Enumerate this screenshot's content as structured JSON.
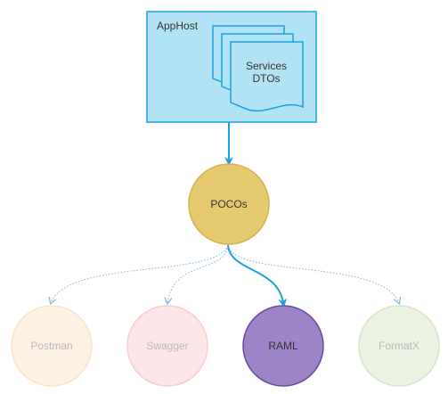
{
  "apphost": {
    "label": "AppHost",
    "doc_line1": "Services",
    "doc_line2": "DTOs"
  },
  "pocos": {
    "label": "POCOs"
  },
  "targets": [
    {
      "label": "Postman",
      "highlighted": false
    },
    {
      "label": "Swagger",
      "highlighted": false
    },
    {
      "label": "RAML",
      "highlighted": true
    },
    {
      "label": "FormatX",
      "highlighted": false
    }
  ],
  "colors": {
    "apphost_fill": "#b1e3f4",
    "apphost_stroke": "#1ba1e2",
    "pocos_fill": "#e6c96e",
    "pocos_stroke": "#d4b04f",
    "postman_fill": "#fdf1e4",
    "postman_stroke": "#fbe3ca",
    "swagger_fill": "#fbe5e6",
    "swagger_stroke": "#f6cfd1",
    "raml_fill": "#9d85c7",
    "raml_stroke": "#6a4aa1",
    "formatx_fill": "#eaf3e2",
    "formatx_stroke": "#d4e6c6",
    "arrow_strong": "#1ba1e2",
    "arrow_dotted": "#7fb5e4",
    "text_dark": "#333333",
    "text_faded": "#bbbbbb"
  }
}
